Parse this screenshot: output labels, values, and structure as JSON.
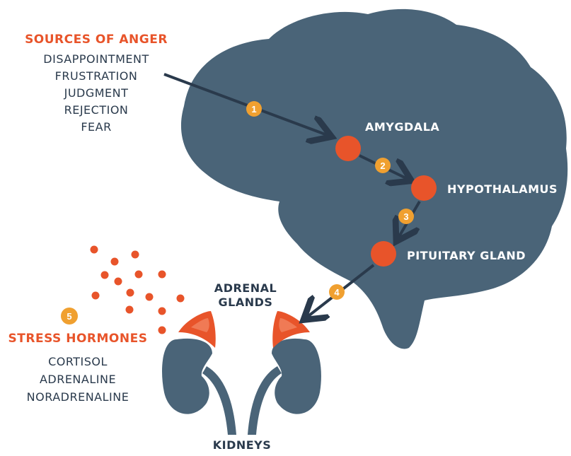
{
  "sources": {
    "title": "SOURCES OF ANGER",
    "items": [
      "DISAPPOINTMENT",
      "FRUSTRATION",
      "JUDGMENT",
      "REJECTION",
      "FEAR"
    ]
  },
  "brain_labels": {
    "amygdala": "AMYGDALA",
    "hypothalamus": "HYPOTHALAMUS",
    "pituitary": "PITUITARY GLAND"
  },
  "adrenal": {
    "line1": "ADRENAL",
    "line2": "GLANDS"
  },
  "kidneys": "KIDNEYS",
  "hormones": {
    "title": "STRESS HORMONES",
    "items": [
      "CORTISOL",
      "ADRENALINE",
      "NORADRENALINE"
    ]
  },
  "steps": [
    "1",
    "2",
    "3",
    "4",
    "5"
  ],
  "colors": {
    "brain": "#4a6478",
    "organ_accent": "#e8542a",
    "step_badge": "#f0a030",
    "arrow": "#2a3a4c",
    "text_dark": "#2a3a4c"
  }
}
